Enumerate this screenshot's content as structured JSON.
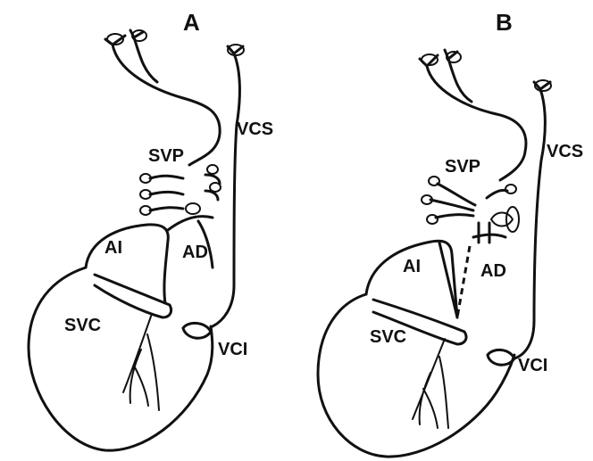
{
  "panels": [
    {
      "title": "A",
      "labels": {
        "svp": "SVP",
        "vcs": "VCS",
        "ai": "AI",
        "ad": "AD",
        "svc": "SVC",
        "vci": "VCI"
      }
    },
    {
      "title": "B",
      "labels": {
        "svp": "SVP",
        "vcs": "VCS",
        "ai": "AI",
        "ad": "AD",
        "svc": "SVC",
        "vci": "VCI"
      }
    }
  ]
}
